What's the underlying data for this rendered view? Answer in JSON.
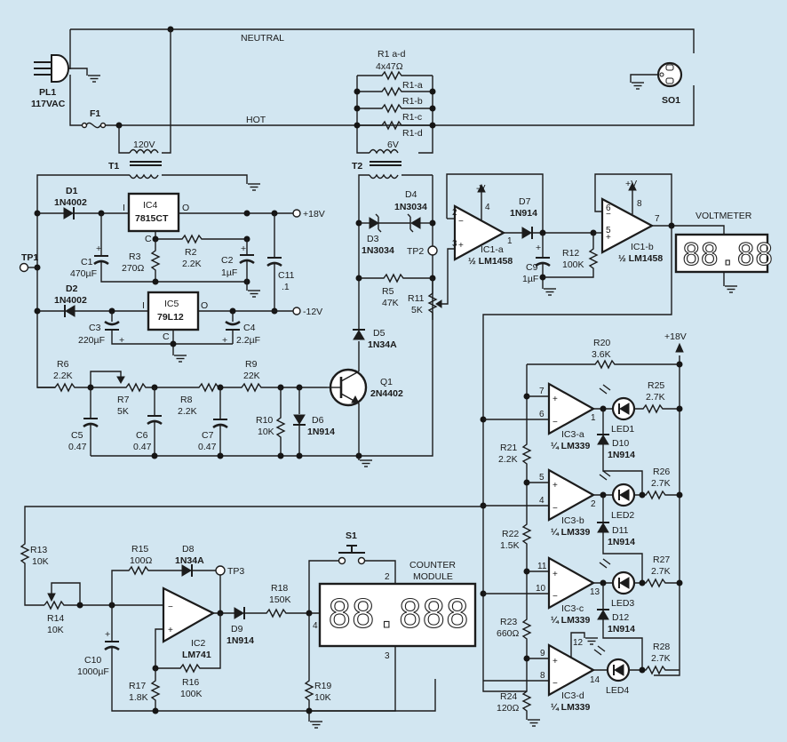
{
  "diagram": {
    "type": "schematic",
    "description": "LED bar / voltmeter current-sensing circuit schematic",
    "mains": {
      "plug": {
        "ref": "PL1",
        "value": "117VAC"
      },
      "fuse": {
        "ref": "F1"
      },
      "neutral_label": "NEUTRAL",
      "hot_label": "HOT",
      "socket": {
        "ref": "SO1"
      }
    },
    "transformers": [
      {
        "ref": "T1",
        "value": "120V"
      },
      {
        "ref": "T2",
        "value": "6V"
      }
    ],
    "resistor_bank": {
      "ref": "R1 a-d",
      "value": "4x47Ω",
      "items": [
        "R1-a",
        "R1-b",
        "R1-c",
        "R1-d"
      ]
    },
    "power_supply": {
      "d1": {
        "ref": "D1",
        "value": "1N4002"
      },
      "d2": {
        "ref": "D2",
        "value": "1N4002"
      },
      "ic4": {
        "ref": "IC4",
        "value": "7815CT",
        "pins": [
          "I",
          "O",
          "C"
        ]
      },
      "ic5": {
        "ref": "IC5",
        "value": "79L12",
        "pins": [
          "I",
          "O",
          "C"
        ]
      },
      "c1": {
        "ref": "C1",
        "value": "470µF"
      },
      "r3": {
        "ref": "R3",
        "value": "270Ω"
      },
      "r2": {
        "ref": "R2",
        "value": "2.2K"
      },
      "c2": {
        "ref": "C2",
        "value": "1µF"
      },
      "c11": {
        "ref": "C11",
        "value": ".1"
      },
      "c3": {
        "ref": "C3",
        "value": "220µF"
      },
      "c4": {
        "ref": "C4",
        "value": "2.2µF"
      },
      "out_pos": "+18V",
      "out_neg": "-12V",
      "tp1": "TP1"
    },
    "rectifier": {
      "d3": {
        "ref": "D3",
        "value": "1N3034"
      },
      "d4": {
        "ref": "D4",
        "value": "1N3034"
      },
      "tp2": "TP2",
      "r5": {
        "ref": "R5",
        "value": "47K"
      },
      "r11": {
        "ref": "R11",
        "value": "5K"
      },
      "d5": {
        "ref": "D5",
        "value": "1N34A"
      }
    },
    "ic1a": {
      "ref": "IC1-a",
      "value": "½ LM1458",
      "supply": "-V",
      "pins": {
        "inv": "2",
        "noninv": "3",
        "out": "1",
        "supply": "4"
      }
    },
    "d7": {
      "ref": "D7",
      "value": "1N914"
    },
    "c9": {
      "ref": "C9",
      "value": "1µF"
    },
    "r12": {
      "ref": "R12",
      "value": "100K"
    },
    "ic1b": {
      "ref": "IC1-b",
      "value": "½ LM1458",
      "supply": "+V",
      "pins": {
        "inv": "6",
        "noninv": "5",
        "out": "7",
        "supply": "8"
      }
    },
    "voltmeter": {
      "label": "VOLTMETER",
      "display": "88.88"
    },
    "filter": {
      "r6": {
        "ref": "R6",
        "value": "2.2K"
      },
      "r7": {
        "ref": "R7",
        "value": "5K"
      },
      "r8": {
        "ref": "R8",
        "value": "2.2K"
      },
      "r9": {
        "ref": "R9",
        "value": "22K"
      },
      "c5": {
        "ref": "C5",
        "value": "0.47"
      },
      "c6": {
        "ref": "C6",
        "value": "0.47"
      },
      "c7": {
        "ref": "C7",
        "value": "0.47"
      },
      "r10": {
        "ref": "R10",
        "value": "10K"
      },
      "d6": {
        "ref": "D6",
        "value": "1N914"
      },
      "q1": {
        "ref": "Q1",
        "value": "2N4402"
      }
    },
    "comparators": {
      "supply": "+18V",
      "r20": {
        "ref": "R20",
        "value": "3.6K"
      },
      "ladder": [
        {
          "ref": "R21",
          "value": "2.2K"
        },
        {
          "ref": "R22",
          "value": "1.5K"
        },
        {
          "ref": "R23",
          "value": "660Ω"
        },
        {
          "ref": "R24",
          "value": "120Ω"
        }
      ],
      "units": [
        {
          "ref": "IC3-a",
          "value": "¼ LM339",
          "plus": "7",
          "minus": "6",
          "out": "1",
          "led": "LED1",
          "r": {
            "ref": "R25",
            "value": "2.7K"
          },
          "diode": {
            "ref": "D10",
            "value": "1N914"
          }
        },
        {
          "ref": "IC3-b",
          "value": "¼ LM339",
          "plus": "5",
          "minus": "4",
          "out": "2",
          "led": "LED2",
          "r": {
            "ref": "R26",
            "value": "2.7K"
          },
          "diode": {
            "ref": "D11",
            "value": "1N914"
          }
        },
        {
          "ref": "IC3-c",
          "value": "¼ LM339",
          "plus": "11",
          "minus": "10",
          "out": "13",
          "led": "LED3",
          "r": {
            "ref": "R27",
            "value": "2.7K"
          },
          "diode": {
            "ref": "D12",
            "value": "1N914"
          }
        },
        {
          "ref": "IC3-d",
          "value": "¼ LM339",
          "plus": "9",
          "minus": "8",
          "out": "14",
          "led": "LED4",
          "r": {
            "ref": "R28",
            "value": "2.7K"
          },
          "gnd_pin": "12"
        }
      ]
    },
    "integrator": {
      "r13": {
        "ref": "R13",
        "value": "10K"
      },
      "r14": {
        "ref": "R14",
        "value": "10K"
      },
      "r15": {
        "ref": "R15",
        "value": "100Ω"
      },
      "d8": {
        "ref": "D8",
        "value": "1N34A"
      },
      "tp3": "TP3",
      "c10": {
        "ref": "C10",
        "value": "1000µF"
      },
      "ic2": {
        "ref": "IC2",
        "value": "LM741"
      },
      "r16": {
        "ref": "R16",
        "value": "100K"
      },
      "r17": {
        "ref": "R17",
        "value": "1.8K"
      },
      "d9": {
        "ref": "D9",
        "value": "1N914"
      },
      "r18": {
        "ref": "R18",
        "value": "150K"
      },
      "r19": {
        "ref": "R19",
        "value": "10K"
      },
      "s1": {
        "ref": "S1"
      }
    },
    "counter": {
      "label_line1": "COUNTER",
      "label_line2": "MODULE",
      "display": "88.888",
      "pins": {
        "p2": "2",
        "p3": "3",
        "p4": "4"
      }
    }
  }
}
